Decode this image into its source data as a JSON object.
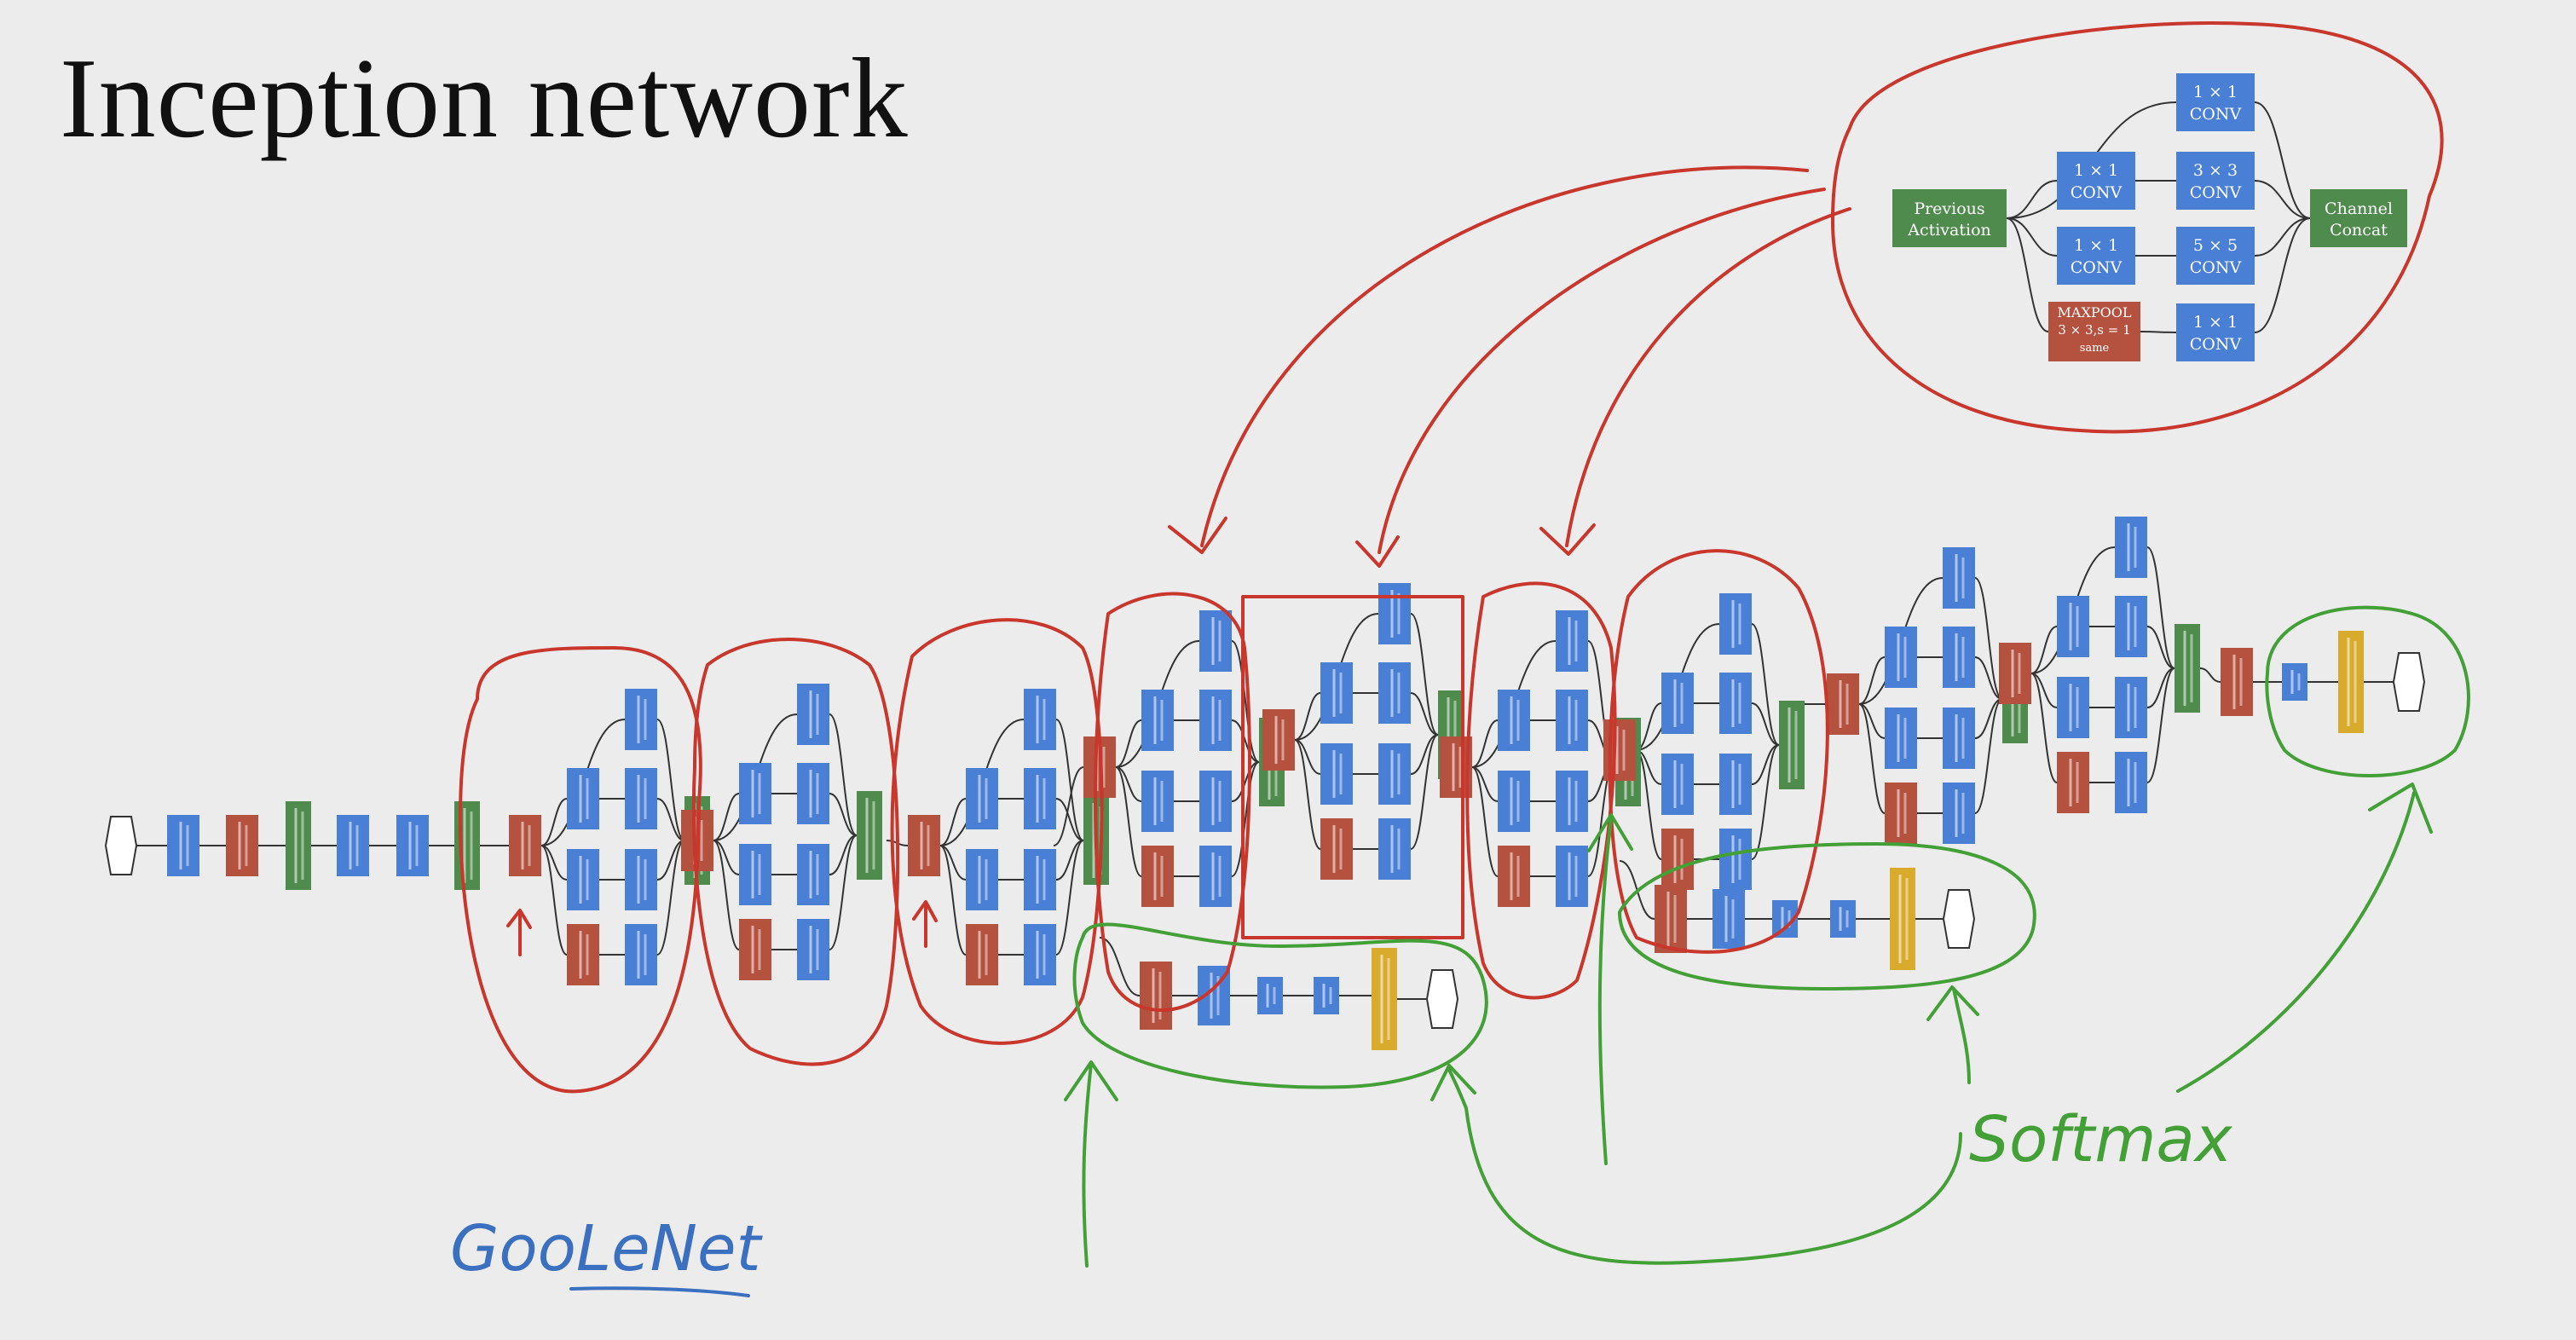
{
  "title": "Inception network",
  "module_zoom": {
    "previous_label": [
      "Previous",
      "Activation"
    ],
    "concat_label": [
      "Channel",
      "Concat"
    ],
    "branches": [
      {
        "name": "1x1",
        "boxes": [
          [
            "1 × 1",
            "CONV"
          ]
        ]
      },
      {
        "name": "1x1-3x3",
        "boxes": [
          [
            "1 × 1",
            "CONV"
          ],
          [
            "3 × 3",
            "CONV"
          ]
        ]
      },
      {
        "name": "1x1-5x5",
        "boxes": [
          [
            "1 × 1",
            "CONV"
          ],
          [
            "5 × 5",
            "CONV"
          ]
        ]
      },
      {
        "name": "pool-1x1",
        "boxes": [
          [
            "MAXPOOL",
            "3 × 3,s = 1",
            "same"
          ],
          [
            "1 × 1",
            "CONV"
          ]
        ]
      }
    ]
  },
  "annotations": {
    "network_name": "GooLeNet",
    "softmax_note": "Softmax"
  },
  "colors": {
    "background": "#ececec",
    "conv_blue": "#4a7fd6",
    "pool_red": "#b5513f",
    "concat_green": "#4f8b4c",
    "fc_yellow": "#d9ab2d",
    "pen_red": "#c8362c",
    "pen_green": "#43a036",
    "pen_blue": "#3b6fc0"
  }
}
